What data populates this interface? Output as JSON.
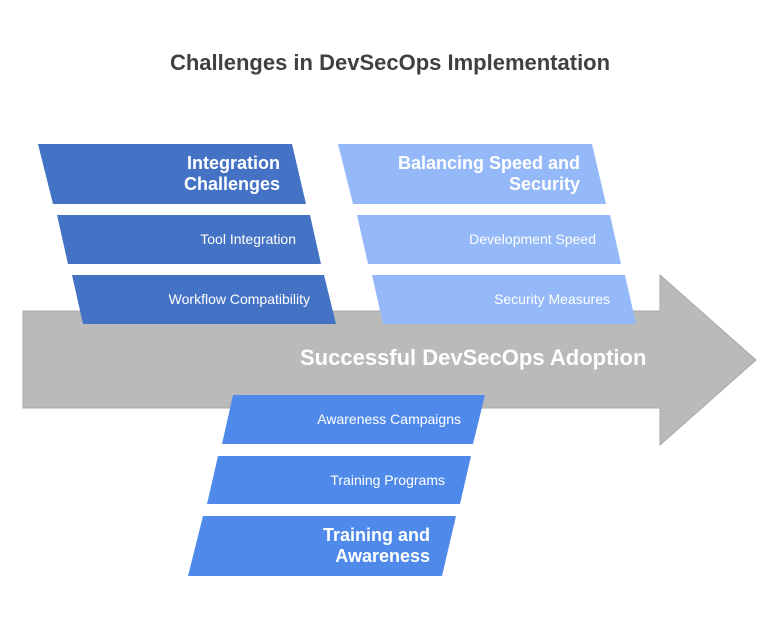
{
  "title": "Challenges in DevSecOps Implementation",
  "arrow": {
    "label": "Successful DevSecOps Adoption",
    "color": "#bababa"
  },
  "groups": [
    {
      "name": "integration-challenges",
      "heading": "Integration Challenges",
      "heading_lines": [
        "Integration",
        "Challenges"
      ],
      "color": "#4472c4",
      "items": [
        "Tool Integration",
        "Workflow Compatibility"
      ]
    },
    {
      "name": "balancing-speed-and-security",
      "heading": "Balancing Speed and Security",
      "heading_lines": [
        "Balancing Speed and",
        "Security"
      ],
      "color": "#94b8f8",
      "items": [
        "Development Speed",
        "Security Measures"
      ]
    },
    {
      "name": "training-and-awareness",
      "heading": "Training and Awareness",
      "heading_lines": [
        "Training and",
        "Awareness"
      ],
      "color": "#4f8aeb",
      "items": [
        "Awareness Campaigns",
        "Training Programs"
      ]
    }
  ]
}
